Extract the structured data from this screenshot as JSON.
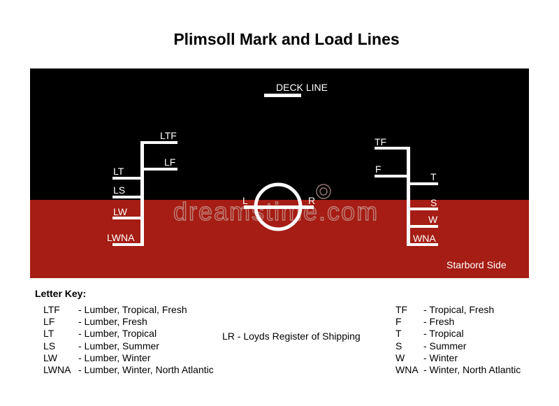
{
  "title": "Plimsoll Mark and Load Lines",
  "hull": {
    "above_color": "#000000",
    "below_color": "#a51d14",
    "mark_color": "#ffffff",
    "deck_line_label": "DECK LINE",
    "side_label": "Starbord Side",
    "watermark_text": "dreamstime.com"
  },
  "lumber_marks": [
    "LTF",
    "LF",
    "LT",
    "LS",
    "LW",
    "LWNA"
  ],
  "plimsoll": {
    "left": "L",
    "right": "R"
  },
  "standard_marks": [
    "TF",
    "F",
    "T",
    "S",
    "W",
    "WNA"
  ],
  "key": {
    "heading": "Letter Key:",
    "left": [
      {
        "abbr": "LTF",
        "desc": "- Lumber, Tropical, Fresh"
      },
      {
        "abbr": "LF",
        "desc": "- Lumber, Fresh"
      },
      {
        "abbr": "LT",
        "desc": "- Lumber, Tropical"
      },
      {
        "abbr": "LS",
        "desc": "- Lumber, Summer"
      },
      {
        "abbr": "LW",
        "desc": "- Lumber, Winter"
      },
      {
        "abbr": "LWNA",
        "desc": "- Lumber, Winter, North Atlantic"
      }
    ],
    "center": "LR - Loyds Register of Shipping",
    "right": [
      {
        "abbr": "TF",
        "desc": "- Tropical, Fresh"
      },
      {
        "abbr": "F",
        "desc": "- Fresh"
      },
      {
        "abbr": "T",
        "desc": "- Tropical"
      },
      {
        "abbr": "S",
        "desc": "- Summer"
      },
      {
        "abbr": "W",
        "desc": "- Winter"
      },
      {
        "abbr": "WNA",
        "desc": "- Winter, North Atlantic"
      }
    ]
  }
}
